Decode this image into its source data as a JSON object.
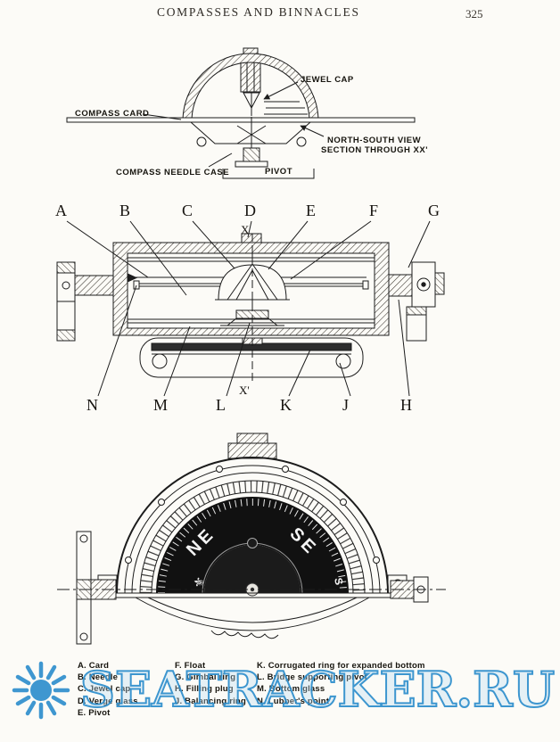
{
  "header": {
    "title": "COMPASSES AND BINNACLES",
    "page_number": "325"
  },
  "figure1": {
    "label_jewel_cap": "JEWEL CAP",
    "label_compass_card": "COMPASS CARD",
    "label_view_line1": "NORTH-SOUTH VIEW",
    "label_view_line2": "SECTION THROUGH XX'",
    "label_needle_case": "COMPASS NEEDLE CASE",
    "label_pivot": "PIVOT"
  },
  "figure2": {
    "top_letters": [
      "A",
      "B",
      "C",
      "D",
      "E",
      "F",
      "G"
    ],
    "bottom_letters": [
      "N",
      "M",
      "L",
      "K",
      "J",
      "H"
    ],
    "axis_top_label": "X",
    "axis_bottom_label": "X'"
  },
  "figure3": {
    "card_label_ne": "NE",
    "card_label_se": "SE",
    "card_label_s": "S",
    "north_symbol": "⚜",
    "north_symbol_icon": "fleur-de-lis"
  },
  "legend": {
    "column1": [
      "A. Card",
      "B. Needle",
      "C. Jewel cap",
      "D. Verge glass",
      "E. Pivot"
    ],
    "column2": [
      "F. Float",
      "G. Gimbal ring",
      "H. Filling plug",
      "J. Balancing ring"
    ],
    "column3": [
      "K. Corrugated ring for expanded bottom",
      "L. Bridge supporting pivot",
      "M. Bottom glass",
      "N. Lubber's point"
    ]
  },
  "watermark": {
    "text": "SEATRACKER.RU",
    "color": "#2f8fcd"
  }
}
